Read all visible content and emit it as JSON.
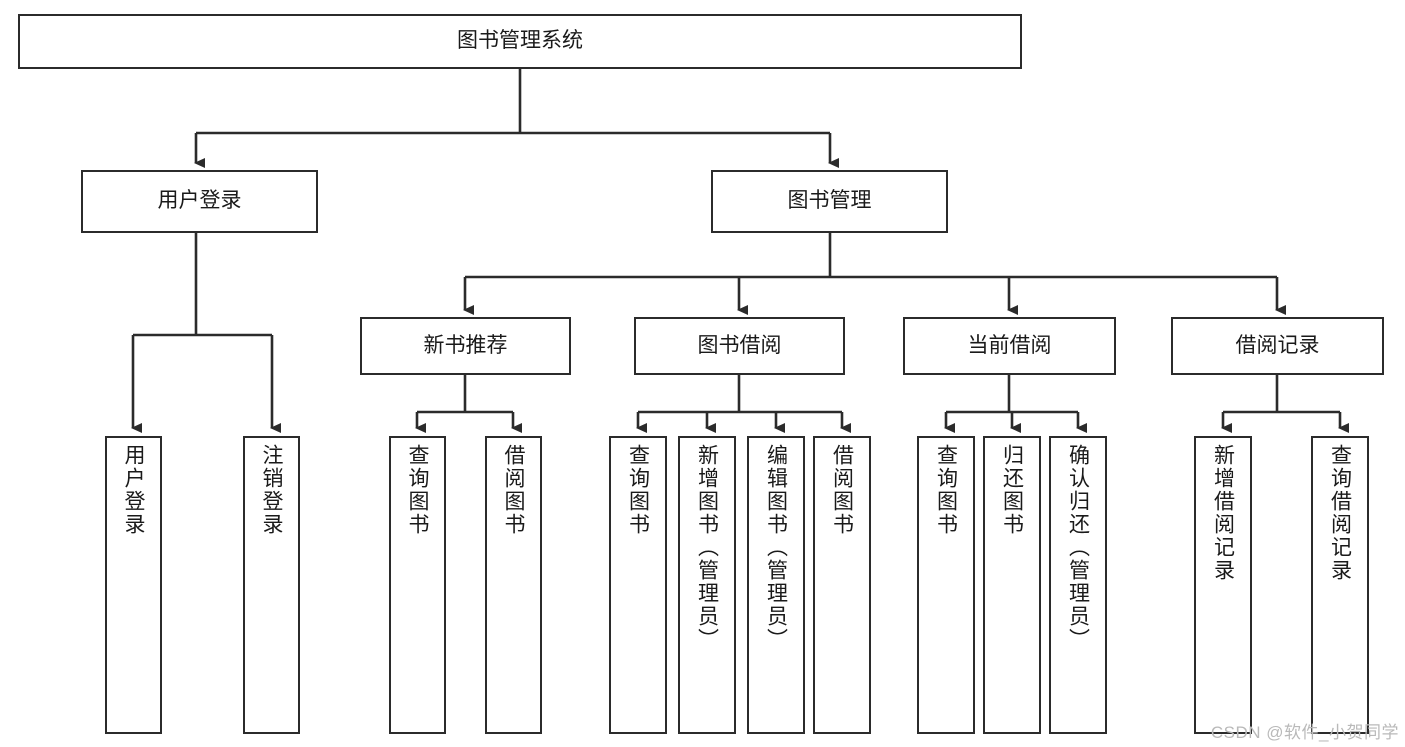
{
  "diagram": {
    "title": "图书管理系统",
    "type": "tree-hierarchy-diagram",
    "colors": {
      "stroke": "#2b2b2b",
      "fill": "#ffffff",
      "text": "#1a1a1a",
      "watermark": "#b9b9b9"
    },
    "nodes": {
      "root": {
        "label": "图书管理系统"
      },
      "level2": [
        {
          "label": "用户登录"
        },
        {
          "label": "图书管理"
        }
      ],
      "level3": [
        {
          "label": "新书推荐"
        },
        {
          "label": "图书借阅"
        },
        {
          "label": "当前借阅"
        },
        {
          "label": "借阅记录"
        }
      ],
      "leaves_user_login": [
        {
          "label": "用户登录"
        },
        {
          "label": "注销登录"
        }
      ],
      "leaves_new_book": [
        {
          "label": "查询图书"
        },
        {
          "label": "借阅图书"
        }
      ],
      "leaves_borrow": [
        {
          "label": "查询图书"
        },
        {
          "label": "新增图书（管理员）"
        },
        {
          "label": "编辑图书（管理员）"
        },
        {
          "label": "借阅图书"
        }
      ],
      "leaves_current": [
        {
          "label": "查询图书"
        },
        {
          "label": "归还图书"
        },
        {
          "label": "确认归还（管理员）"
        }
      ],
      "leaves_record": [
        {
          "label": "新增借阅记录"
        },
        {
          "label": "查询借阅记录"
        }
      ]
    },
    "watermark": "CSDN @软件_小贺同学"
  }
}
